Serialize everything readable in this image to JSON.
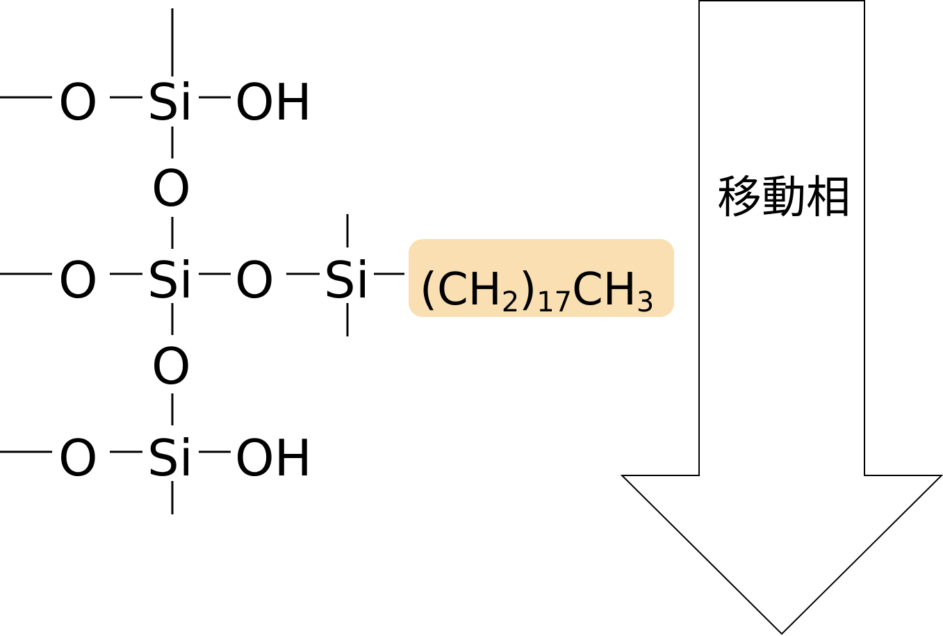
{
  "structure": {
    "row1": {
      "left_o": "O",
      "si": "Si",
      "right": "OH"
    },
    "link1_o": "O",
    "row2": {
      "left_o": "O",
      "si": "Si",
      "bridge_o": "O",
      "si2": "Si"
    },
    "link2_o": "O",
    "row3": {
      "left_o": "O",
      "si": "Si",
      "right": "OH"
    }
  },
  "chain": {
    "open_paren": "(",
    "ch2": "CH",
    "ch2_subscript": "2",
    "close_paren": ")",
    "repeat": "17",
    "ch3": "CH",
    "ch3_subscript": "3",
    "highlight_color": "#f9dfb2"
  },
  "arrow": {
    "label": "移動相"
  }
}
